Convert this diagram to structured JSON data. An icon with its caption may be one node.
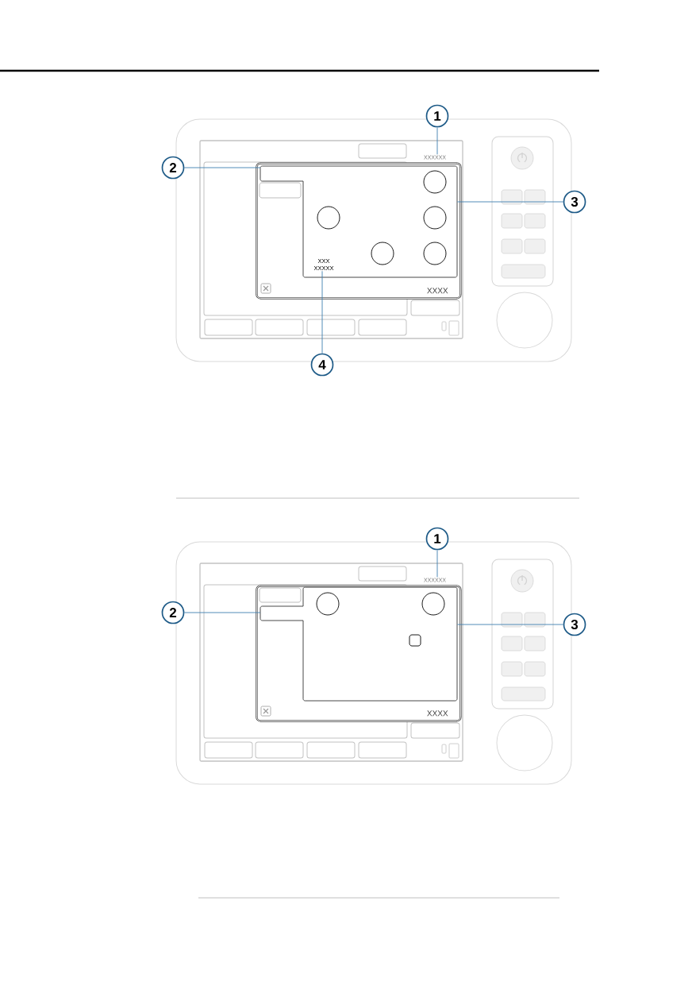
{
  "diagram": {
    "nodes": [
      {
        "text": [
          "1"
        ]
      },
      {
        "text": [
          "XXXXXX"
        ]
      },
      {
        "text": [
          "2"
        ]
      },
      {
        "text": [
          "XXXX"
        ]
      },
      {
        "text": [],
        "shape": "box",
        "in": 3
      },
      {
        "text": [],
        "shape": "box",
        "in": 3
      },
      {
        "text": [
          "XXX XXXXX"
        ],
        "in": 5
      },
      {
        "text": [
          "3"
        ]
      },
      {
        "text": [
          "4"
        ]
      },
      {
        "text": [
          "1"
        ]
      },
      {
        "text": [
          "XXXXXX"
        ]
      },
      {
        "text": [
          "2"
        ]
      },
      {
        "text": [
          "XXXX"
        ]
      },
      {
        "text": [],
        "shape": "box",
        "in": 12
      },
      {
        "text": [],
        "shape": "box",
        "in": 12
      },
      {
        "text": [
          "3"
        ]
      }
    ],
    "edges": [
      {
        "from": 0,
        "to": 1,
        "arrow": "none"
      },
      {
        "from": 2,
        "to": 4,
        "arrow": "none"
      },
      {
        "from": 7,
        "to": 5,
        "arrow": "none"
      },
      {
        "from": 8,
        "to": 6,
        "arrow": "none"
      },
      {
        "from": 9,
        "to": 10,
        "arrow": "none"
      },
      {
        "from": 11,
        "to": 13,
        "arrow": "none"
      },
      {
        "from": 15,
        "to": 14,
        "arrow": "none"
      }
    ]
  }
}
